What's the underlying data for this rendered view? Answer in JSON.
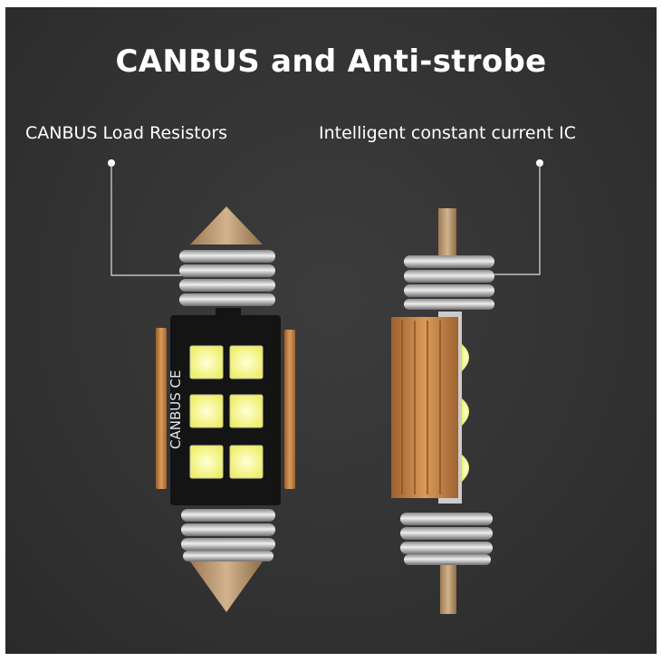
{
  "title": "CANBUS and Anti-strobe",
  "callouts": {
    "left": "CANBUS Load Resistors",
    "right": "Intelligent constant current IC"
  },
  "bulb_marking": "CANBUS CE",
  "colors": {
    "background": "#333333",
    "text": "#ffffff",
    "led": "#f3f27a",
    "resistor": "#c98a4a",
    "spring": "#c4c4c4",
    "tip": "#b7936a"
  }
}
